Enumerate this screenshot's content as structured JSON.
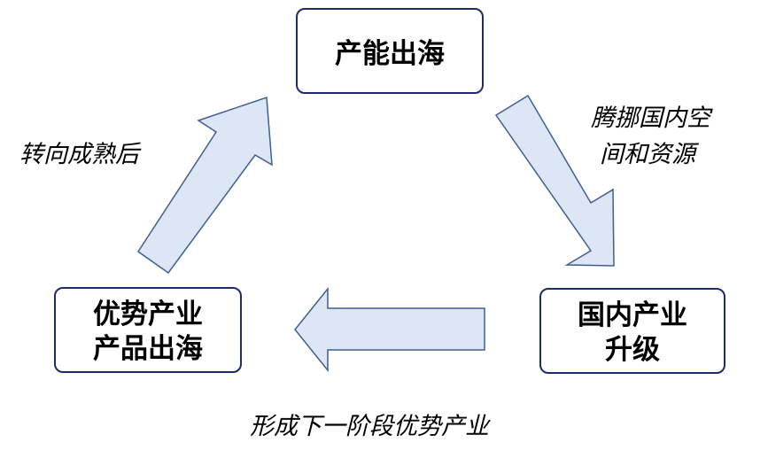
{
  "nodes": {
    "top": {
      "lines": [
        "产能出海"
      ]
    },
    "right": {
      "lines": [
        "国内产业",
        "升级"
      ]
    },
    "left": {
      "lines": [
        "优势产业",
        "产品出海"
      ]
    }
  },
  "captions": {
    "top_right": {
      "lines": [
        "腾挪国内空",
        "间和资源"
      ]
    },
    "top_left": {
      "lines": [
        "转向成熟后"
      ]
    },
    "bottom": {
      "lines": [
        "形成下一阶段优势产业"
      ]
    }
  },
  "colors": {
    "box_border": "#1f2a6b",
    "arrow_fill": "#dce6f4",
    "arrow_border": "#3e5f8f"
  }
}
